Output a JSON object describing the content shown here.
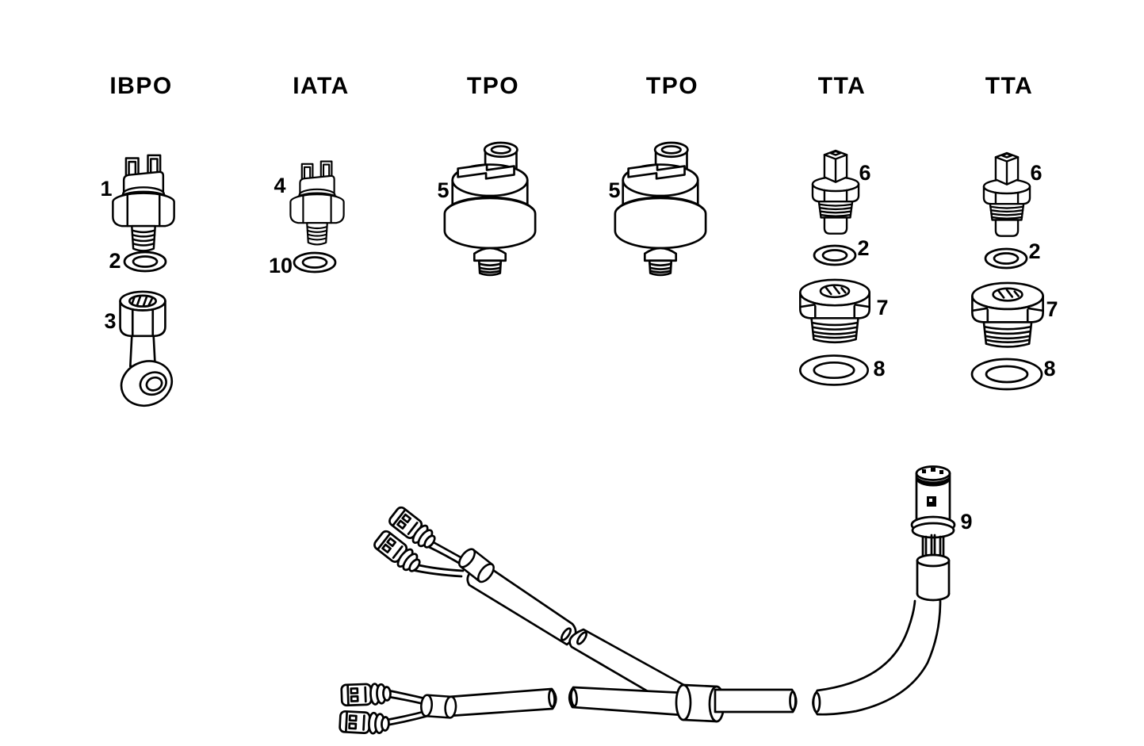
{
  "page": {
    "background": "#ffffff",
    "ink": "#000000"
  },
  "columns": [
    {
      "header": "IBPO",
      "parts": [
        {
          "ref": "1"
        },
        {
          "ref": "2"
        },
        {
          "ref": "3"
        }
      ]
    },
    {
      "header": "IATA",
      "parts": [
        {
          "ref": "4"
        },
        {
          "ref": "10"
        }
      ]
    },
    {
      "header": "TPO",
      "parts": [
        {
          "ref": "5"
        }
      ]
    },
    {
      "header": "TPO",
      "parts": [
        {
          "ref": "5"
        }
      ]
    },
    {
      "header": "TTA",
      "parts": [
        {
          "ref": "6"
        },
        {
          "ref": "2"
        },
        {
          "ref": "7"
        },
        {
          "ref": "8"
        }
      ]
    },
    {
      "header": "TTA",
      "parts": [
        {
          "ref": "6"
        },
        {
          "ref": "2"
        },
        {
          "ref": "7"
        },
        {
          "ref": "8"
        }
      ]
    }
  ],
  "harness": {
    "ref": "9"
  }
}
